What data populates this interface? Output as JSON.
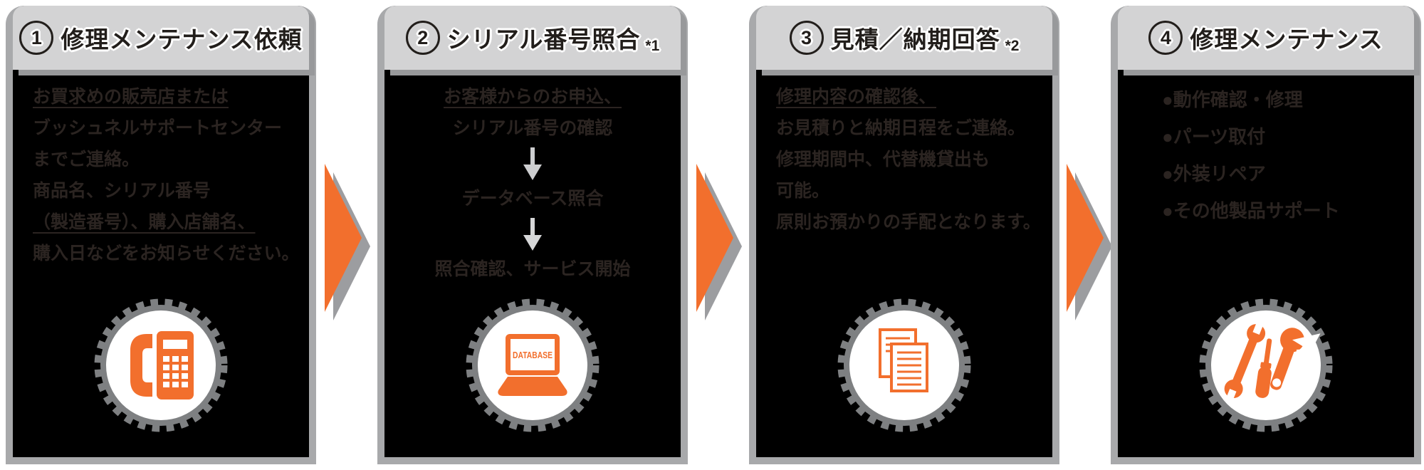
{
  "page": {
    "background": "#ffffff"
  },
  "colors": {
    "accent_orange": "#f26f2d",
    "header_gray": "#d3d3d4",
    "frame_gray": "#a8a9ab",
    "shadow_gray": "#98999b",
    "body_text": "#2b2421",
    "gear_ring_gray": "#7e8082",
    "small_arrow_gray": "#cdced0"
  },
  "steps": [
    {
      "number": "1",
      "title": "修理メンテナンス依頼",
      "icon": "phone-icon",
      "lines": [
        "お買求めの販売店または",
        "ブッシュネルサポートセンター",
        "までご連絡。",
        "商品名、シリアル番号",
        "（製造番号）、購入店舗名、",
        "購入日などをお知らせください。"
      ]
    },
    {
      "number": "2",
      "title": "シリアル番号照合",
      "note": "*1",
      "icon": "database-laptop-icon",
      "screen_label": "DATABASE",
      "flow": [
        "お客様からのお申込、",
        "シリアル番号の確認",
        "データベース照合",
        "照合確認、サービス開始"
      ]
    },
    {
      "number": "3",
      "title": "見積／納期回答",
      "note": "*2",
      "icon": "documents-icon",
      "lines": [
        "修理内容の確認後、",
        "お見積りと納期日程をご連絡。",
        "修理期間中、代替機貸出も",
        "可能。",
        "原則お預かりの手配となります。"
      ]
    },
    {
      "number": "4",
      "title": "修理メンテナンス",
      "icon": "tools-icon",
      "lines": [
        "●動作確認・修理",
        "●パーツ取付",
        "●外装リペア",
        "●その他製品サポート"
      ]
    }
  ]
}
